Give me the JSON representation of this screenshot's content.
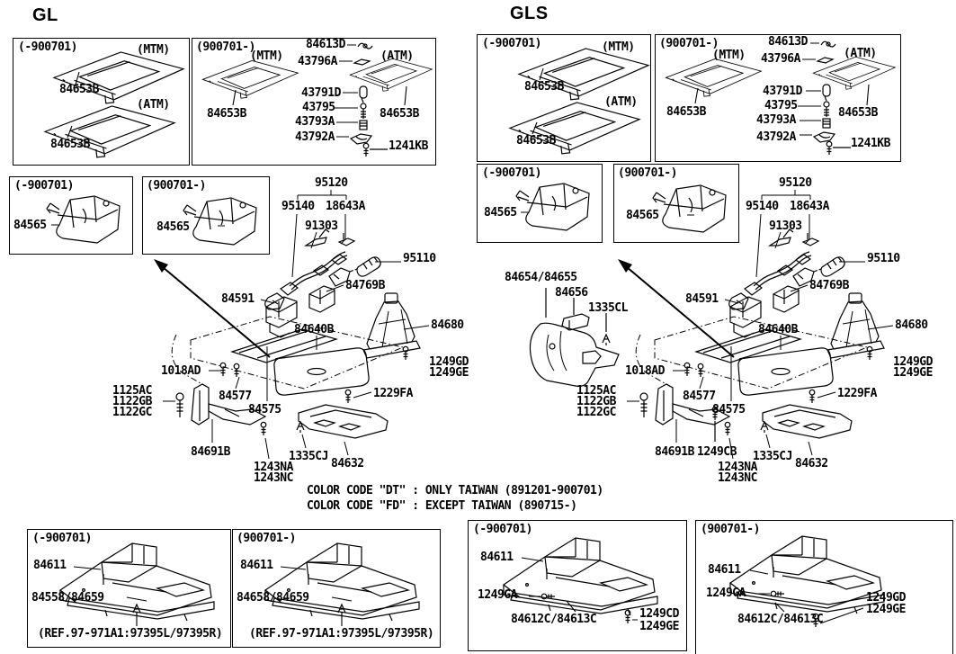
{
  "page": {
    "left_title": "GL",
    "right_title": "GLS"
  },
  "color_codes": {
    "line1": "COLOR CODE \"DT\" : ONLY TAIWAN (891201-900701)",
    "line2": "COLOR CODE \"FD\" : EXCEPT TAIWAN (890715-)"
  },
  "gl": {
    "cover_early": {
      "variant": "(-900701)",
      "mtm_tag": "(MTM)",
      "atm_tag": "(ATM)",
      "mtm_part": "84653B",
      "atm_part": "84653B"
    },
    "cover_late": {
      "variant": "(900701-)",
      "mtm_tag": "(MTM)",
      "atm_tag": "(ATM)",
      "mtm_part": "84653B",
      "atm_part": "84653B",
      "hardware": [
        "84613D",
        "43796A",
        "43791D",
        "43795",
        "43793A",
        "43792A",
        "1241KB"
      ]
    },
    "tray_early": {
      "variant": "(-900701)",
      "part": "84565"
    },
    "tray_late": {
      "variant": "(900701-)",
      "part": "84565"
    },
    "assembly": {
      "p95120": "95120",
      "p95140": "95140",
      "p18643A": "18643A",
      "p91303": "91303",
      "p95110": "95110",
      "p84769B": "84769B",
      "p84591": "84591",
      "p84640B": "84640B",
      "p84680": "84680",
      "p1249GD": "1249GD",
      "p1249GE": "1249GE",
      "p1018AD": "1018AD",
      "p1125AC": "1125AC",
      "p1122GB": "1122GB",
      "p1122GC": "1122GC",
      "p84577": "84577",
      "p84575": "84575",
      "p1229FA": "1229FA",
      "p84691B": "84691B",
      "p1335CJ": "1335CJ",
      "p1243NA": "1243NA",
      "p1243NC": "1243NC",
      "p84632": "84632"
    },
    "console_early": {
      "variant": "(-900701)",
      "body": "84611",
      "trim": "84558/84659",
      "ref": "(REF.97-971A1:97395L/97395R)"
    },
    "console_late": {
      "variant": "(900701-)",
      "body": "84611",
      "trim": "84658/84659",
      "ref": "(REF.97-971A1:97395L/97395R)"
    }
  },
  "gls": {
    "cover_early": {
      "variant": "(-900701)",
      "mtm_tag": "(MTM)",
      "atm_tag": "(ATM)",
      "mtm_part": "84653B",
      "atm_part": "84653B"
    },
    "cover_late": {
      "variant": "(900701-)",
      "mtm_tag": "(MTM)",
      "atm_tag": "(ATM)",
      "mtm_part": "84653B",
      "atm_part": "84653B",
      "hardware": [
        "84613D",
        "43796A",
        "43791D",
        "43795",
        "43793A",
        "43792A",
        "1241KB"
      ]
    },
    "tray_early": {
      "variant": "(-900701)",
      "part": "84565"
    },
    "tray_late": {
      "variant": "(900701-)",
      "part": "84565"
    },
    "assembly": {
      "p95120": "95120",
      "p95140": "95140",
      "p18643A": "18643A",
      "p91303": "91303",
      "p95110": "95110",
      "p84769B": "84769B",
      "p84591": "84591",
      "p84654": "84654/84655",
      "p84656": "84656",
      "p1335CL": "1335CL",
      "p84640B": "84640B",
      "p84680": "84680",
      "p1249GD": "1249GD",
      "p1249GE": "1249GE",
      "p1018AD": "1018AD",
      "p1125AC": "1125AC",
      "p1122GB": "1122GB",
      "p1122GC": "1122GC",
      "p84577": "84577",
      "p84575": "84575",
      "p1229FA": "1229FA",
      "p84691B": "84691B",
      "p1249CB": "1249CB",
      "p1335CJ": "1335CJ",
      "p1243NA": "1243NA",
      "p1243NC": "1243NC",
      "p84632": "84632"
    },
    "console_early": {
      "variant": "(-900701)",
      "body": "84611",
      "screw_ga": "1249GA",
      "trim": "84612C/84613C",
      "screw_cd": "1249CD",
      "screw_ge": "1249GE"
    },
    "console_late": {
      "variant": "(900701-)",
      "body": "84611",
      "screw_ga": "1249GA",
      "trim": "84612C/84613C",
      "screw_gd": "1249GD",
      "screw_ge2": "1249GE"
    }
  }
}
